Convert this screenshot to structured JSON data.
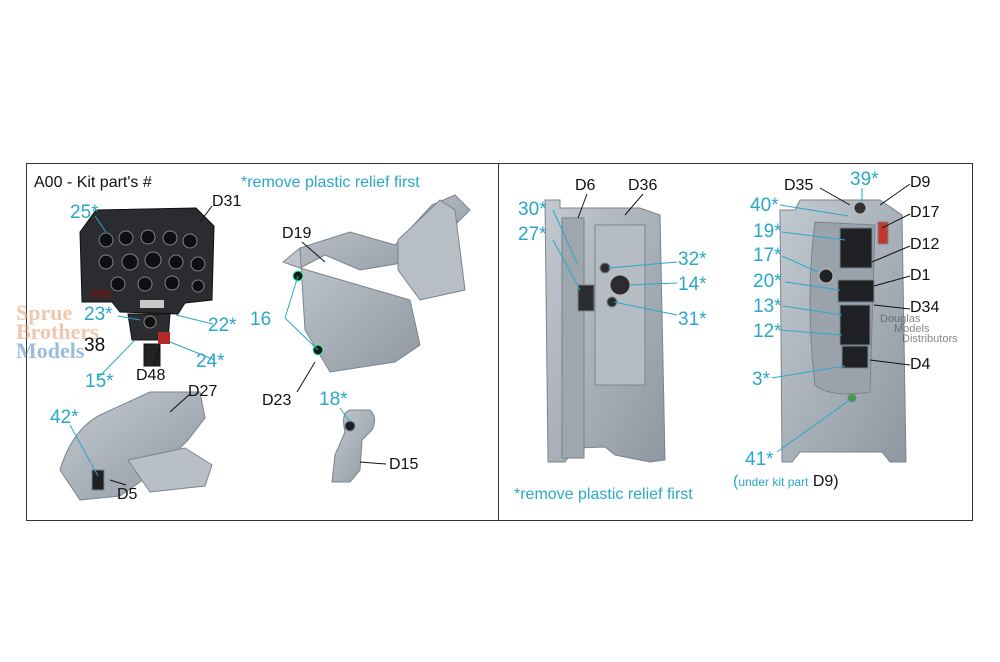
{
  "header": {
    "title": "A00 - Kit part's #",
    "note_top": "*remove plastic relief first",
    "note_bottom": "*remove plastic relief first",
    "under_kit_part_prefix": "(",
    "under_kit_part_small": "under kit part",
    "under_kit_part_part": "D9)"
  },
  "watermarks": {
    "left": [
      "Sprue",
      "Brothers",
      "Models"
    ],
    "right": [
      "Douglas",
      "Models",
      "Distributors"
    ]
  },
  "labels_left": {
    "p25": "25*",
    "d31": "D31",
    "p23": "23*",
    "p38": "38",
    "p22": "22*",
    "p15": "15*",
    "d48": "D48",
    "p24": "24*",
    "d19": "D19",
    "p16": "16",
    "d23": "D23",
    "p18": "18*",
    "d15": "D15",
    "p42": "42*",
    "d27": "D27",
    "d5": "D5"
  },
  "labels_middle": {
    "d6": "D6",
    "d36": "D36",
    "p30": "30*",
    "p27": "27*",
    "p32": "32*",
    "p14": "14*",
    "p31": "31*"
  },
  "labels_right": {
    "d35": "D35",
    "p39": "39*",
    "d9": "D9",
    "p40": "40*",
    "d17": "D17",
    "p19": "19*",
    "d12": "D12",
    "p17": "17*",
    "p20": "20*",
    "d1": "D1",
    "p13": "13*",
    "d34": "D34",
    "p12": "12*",
    "d4": "D4",
    "p3": "3*",
    "p41": "41*"
  },
  "colors": {
    "accent": "#2aa7c9",
    "part_gray": "#aab2bb",
    "panel_black": "#1d1f22",
    "frame": "#333333"
  }
}
